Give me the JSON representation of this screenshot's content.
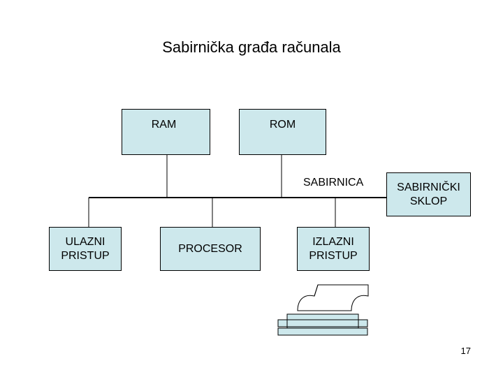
{
  "title": "Sabirnička građa računala",
  "nodes": {
    "ram": "RAM",
    "rom": "ROM",
    "bus_label": "SABIRNICA",
    "bus_controller": "SABIRNIČKI\nSKLOP",
    "input_port": "ULAZNI\nPRISTUP",
    "processor": "PROCESOR",
    "output_port": "IZLAZNI\nPRISTUP"
  },
  "printer_icon": "printer-icon",
  "page_number": "17",
  "colors": {
    "box_fill": "#cde8ec",
    "stroke": "#000000"
  }
}
